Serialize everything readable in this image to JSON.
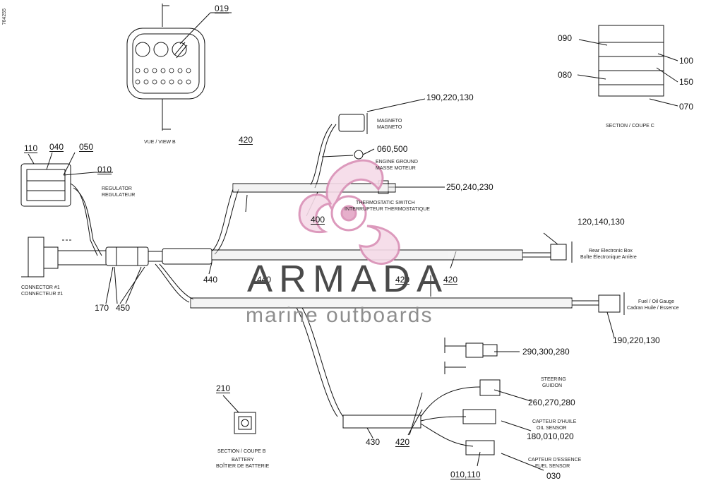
{
  "doc_id": "764255",
  "callouts": {
    "c019": "019",
    "c110": "110",
    "c040": "040",
    "c050": "050",
    "c010": "010",
    "c420_top": "420",
    "c190_top": "190,220,130",
    "c060": "060,500",
    "c250": "250,240,230",
    "c400": "400",
    "c120": "120,140,130",
    "c440_a": "440",
    "c440_b": "440",
    "c420_mid1": "420",
    "c420_mid2": "420",
    "c170": "170",
    "c450": "450",
    "c190_right": "190,220,130",
    "c290": "290,300,280",
    "c260": "260,270,280",
    "c180": "180,010,020",
    "c030": "030",
    "c010_110": "010,110",
    "c430": "430",
    "c420_low": "420",
    "c210": "210",
    "c090": "090",
    "c080": "080",
    "c100": "100",
    "c150": "150",
    "c070": "070"
  },
  "labels": {
    "view_b": "VUE / VIEW B",
    "section_coupe": "SECTION / COUPE C",
    "regulator_en": "REGULATOR",
    "regulator_fr": "REGULATEUR",
    "magneto_en": "MAGNETO",
    "magneto_fr": "MAGNETO",
    "engine_ground_en": "ENGINE GROUND",
    "engine_ground_fr": "MASSE MOTEUR",
    "thermo_en": "THERMOSTATIC SWITCH",
    "thermo_fr": "INTERRUPTEUR THERMOSTATIQUE",
    "connector_en": "CONNECTOR #1",
    "connector_fr": "CONNECTEUR #1",
    "rear_box_en": "Rear Electronic Box",
    "rear_box_fr": "Boîte Électronique Arrière",
    "fuel_gauge_en": "Fuel / Oil Gauge",
    "fuel_gauge_fr": "Cadran Huile / Essence",
    "steering_en": "STEERING",
    "steering_fr": "GUIDON",
    "oil_sensor_fr": "CAPTEUR D'HUILE",
    "oil_sensor_en": "OIL SENSOR",
    "fuel_sensor_fr": "CAPTEUR D'ESSENCE",
    "fuel_sensor_en": "FUEL SENSOR",
    "section_b": "SECTION / COUPE B",
    "battery_en": "BATTERY",
    "battery_fr": "BOÎTIER DE BATTERIE"
  },
  "brand": {
    "name": "ARMADA",
    "tagline": "marine outboards",
    "logo_color": "#d98fb5"
  },
  "colors": {
    "line": "#111111",
    "harness": "#f4f4f4"
  }
}
